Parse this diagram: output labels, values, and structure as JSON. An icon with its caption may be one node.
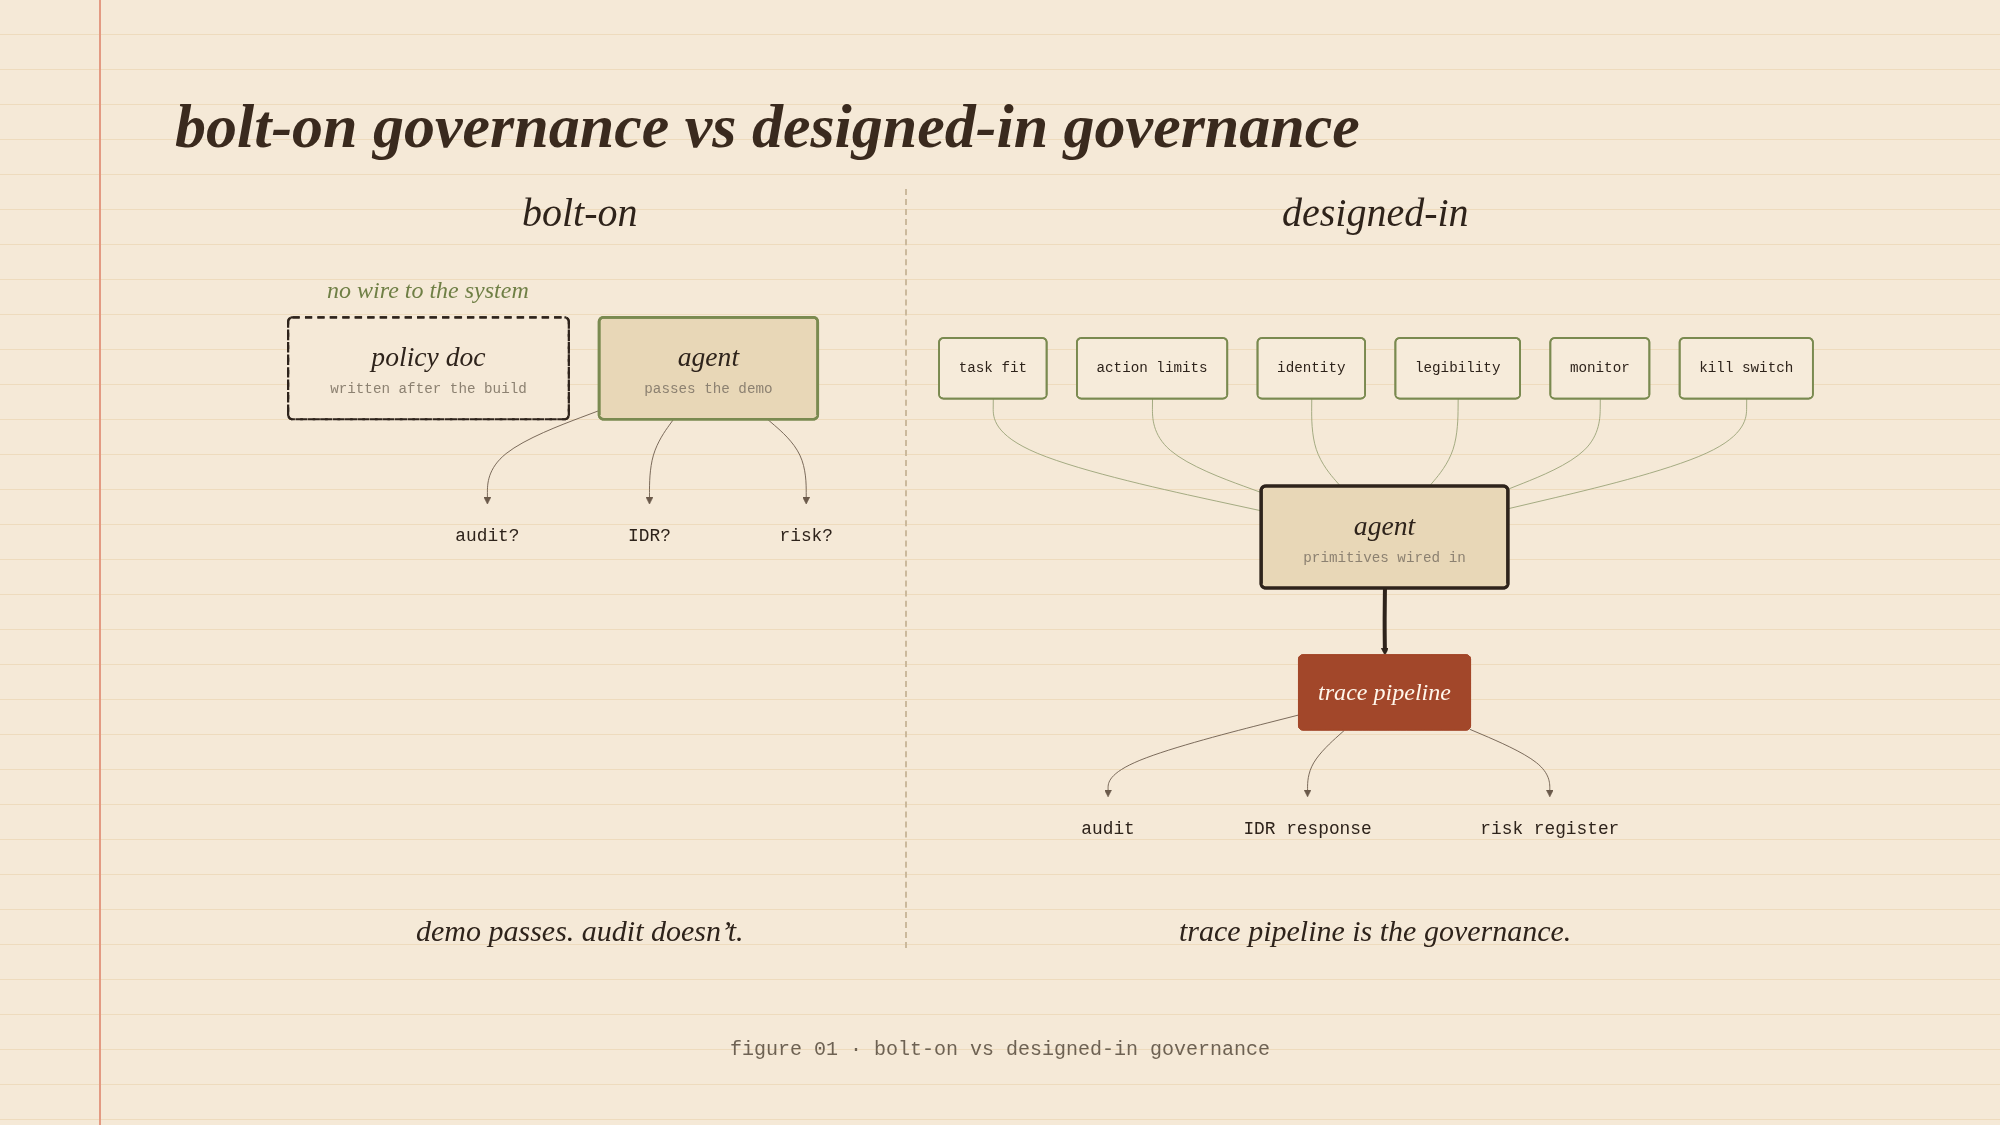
{
  "diagram": {
    "title": "bolt-on governance vs designed-in governance",
    "caption": "figure 01 · bolt-on vs designed-in governance",
    "nodes": [
      {
        "text": [
          "policy doc",
          "written after the build"
        ]
      },
      {
        "text": [
          "agent",
          "passes the demo"
        ]
      },
      {
        "text": [
          "audit?"
        ]
      },
      {
        "text": [
          "IDR?"
        ]
      },
      {
        "text": [
          "risk?"
        ]
      },
      {
        "text": [
          "task fit"
        ]
      },
      {
        "text": [
          "action limits"
        ]
      },
      {
        "text": [
          "identity"
        ]
      },
      {
        "text": [
          "agent",
          "primitives wired in"
        ]
      },
      {
        "text": [
          "legibility"
        ]
      },
      {
        "text": [
          "monitor"
        ]
      },
      {
        "text": [
          "kill switch"
        ]
      },
      {
        "text": [
          "trace pipeline"
        ]
      },
      {
        "text": [
          "audit"
        ]
      },
      {
        "text": [
          "IDR response"
        ]
      },
      {
        "text": [
          "risk register"
        ]
      }
    ],
    "edges": [
      {
        "from": 1,
        "to": 2,
        "arrow": "to"
      },
      {
        "from": 1,
        "to": 3,
        "arrow": "to"
      },
      {
        "from": 1,
        "to": 4,
        "arrow": "to"
      },
      {
        "from": 5,
        "to": 8,
        "arrow": "none",
        "color": "#9aa377"
      },
      {
        "from": 6,
        "to": 8,
        "arrow": "none",
        "color": "#9aa377"
      },
      {
        "from": 7,
        "to": 8,
        "arrow": "none",
        "color": "#9aa377"
      },
      {
        "from": 9,
        "to": 8,
        "arrow": "none",
        "color": "#9aa377"
      },
      {
        "from": 10,
        "to": 8,
        "arrow": "none",
        "color": "#9aa377"
      },
      {
        "from": 11,
        "to": 8,
        "arrow": "none",
        "color": "#9aa377"
      },
      {
        "from": 8,
        "to": 12,
        "arrow": "to",
        "style": "thick",
        "color": "#2e231b"
      },
      {
        "from": 12,
        "to": 13,
        "arrow": "to"
      },
      {
        "from": 12,
        "to": 14,
        "arrow": "to"
      },
      {
        "from": 12,
        "to": 15,
        "arrow": "to"
      }
    ],
    "labels": [
      "bolt-on",
      "designed-in",
      "no wire to the system",
      "demo passes. audit doesn’t.",
      "trace pipeline is the governance."
    ]
  }
}
